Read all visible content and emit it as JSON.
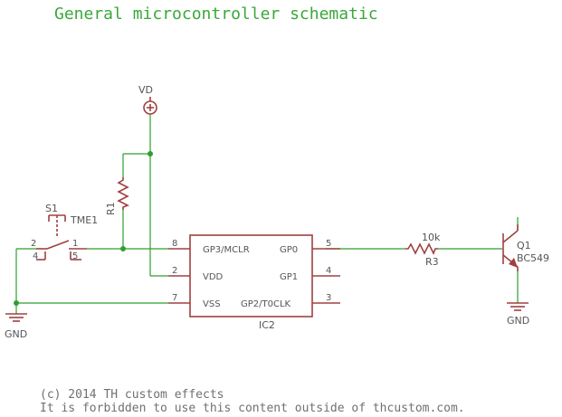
{
  "title": "General microcontroller schematic",
  "footer": {
    "line1": "(c) 2014 TH custom effects",
    "line2": "It is forbidden to use this content outside of thcustom.com."
  },
  "colors": {
    "wire": "#2e9e2e",
    "part": "#a04040",
    "title": "#3aa83a",
    "label": "#555555"
  },
  "power": {
    "label": "VD"
  },
  "grounds": {
    "left": "GND",
    "right": "GND"
  },
  "switch": {
    "name": "S1",
    "value": "TME1",
    "pins": [
      "2",
      "1",
      "4",
      "5"
    ]
  },
  "resistors": {
    "r1": {
      "name": "R1"
    },
    "r3": {
      "name": "R3",
      "value": "10k"
    }
  },
  "ic": {
    "name": "IC2",
    "left_pins": [
      {
        "num": "8",
        "label": "GP3/MCLR"
      },
      {
        "num": "2",
        "label": "VDD"
      },
      {
        "num": "7",
        "label": "VSS"
      }
    ],
    "right_pins": [
      {
        "num": "5",
        "label": "GP0"
      },
      {
        "num": "4",
        "label": "GP1"
      },
      {
        "num": "3",
        "label": "GP2/T0CLK"
      }
    ]
  },
  "transistor": {
    "name": "Q1",
    "value": "BC549"
  }
}
